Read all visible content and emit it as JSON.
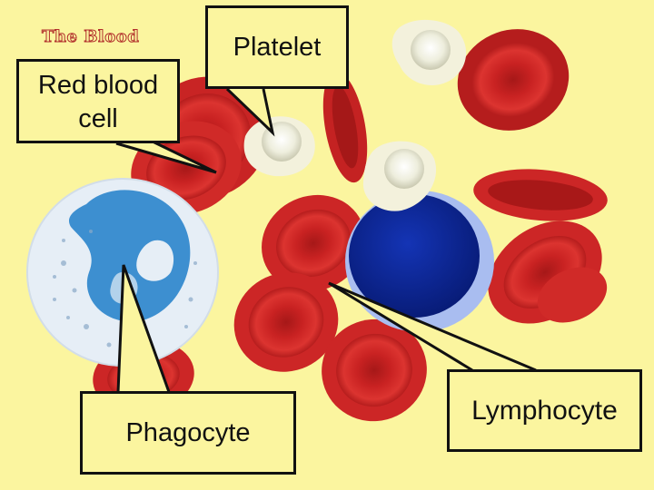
{
  "title": "The Blood",
  "labels": {
    "red_blood_cell": "Red blood cell",
    "platelet": "Platelet",
    "phagocyte": "Phagocyte",
    "lymphocyte": "Lymphocyte"
  },
  "colors": {
    "background": "#fbf59f",
    "red_cell": "#d42a28",
    "red_cell_dark": "#8f1515",
    "phagocyte_cytoplasm": "#e8f0f7",
    "phagocyte_nucleus": "#3d8fd0",
    "lymphocyte_nucleus": "#0d2a9a",
    "lymphocyte_rim": "#9ab0e8",
    "platelet": "#f1efd8",
    "title": "#b2302c"
  }
}
